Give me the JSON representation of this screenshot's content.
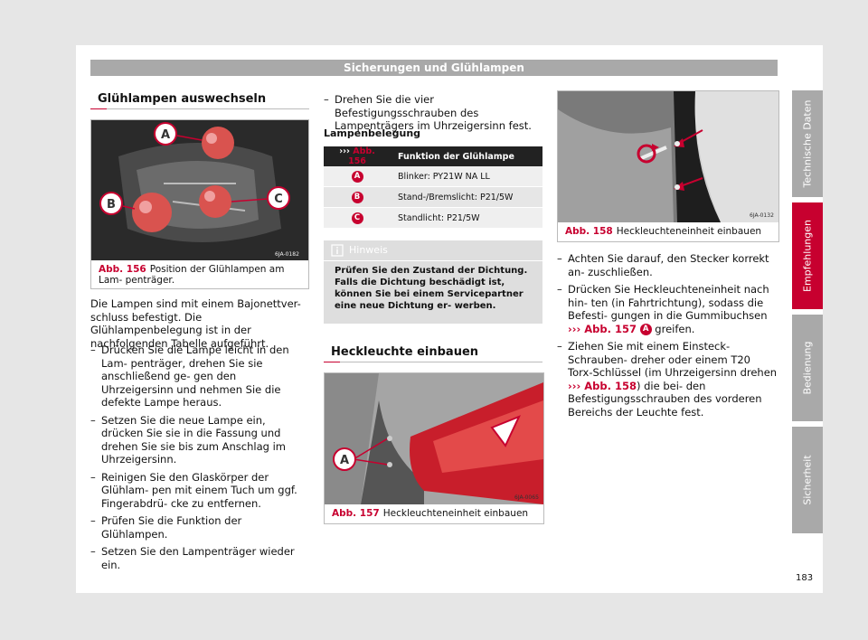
{
  "header": {
    "title": "Sicherungen und Glühlampen"
  },
  "left": {
    "section_title": "Glühlampen auswechseln",
    "figure": {
      "code": "6JA-0182",
      "num": "Abb. 156",
      "caption": "Position der Glühlampen am Lam- penträger.",
      "labels": [
        "A",
        "B",
        "C"
      ]
    },
    "intro": "Die Lampen sind mit einem Bajonettver- schluss befestigt. Die Glühlampenbelegung ist in der nachfolgenden Tabelle aufgeführt.",
    "steps": [
      "Drücken Sie die Lampe leicht in den Lam- penträger, drehen Sie sie anschließend ge- gen den Uhrzeigersinn und nehmen Sie die defekte Lampe heraus.",
      "Setzen Sie die neue Lampe ein, drücken Sie sie in die Fassung und drehen Sie sie bis zum Anschlag im Uhrzeigersinn.",
      "Reinigen Sie den Glaskörper der Glühlam- pen mit einem Tuch um ggf. Fingerabdrü- cke zu entfernen.",
      "Prüfen Sie die Funktion der Glühlampen.",
      "Setzen Sie den Lampenträger wieder ein."
    ]
  },
  "middle": {
    "step_top": "Drehen Sie die vier Befestigungsschrauben des Lampenträgers im Uhrzeigersinn fest.",
    "table_title": "Lampenbelegung",
    "table": {
      "header_ref_arrow": "›››",
      "header_ref": "Abb. 156",
      "header_func": "Funktion der Glühlampe",
      "rows": [
        {
          "badge": "A",
          "text": "Blinker: PY21W NA LL"
        },
        {
          "badge": "B",
          "text": "Stand-/Bremslicht: P21/5W"
        },
        {
          "badge": "C",
          "text": "Standlicht: P21/5W"
        }
      ]
    },
    "note": {
      "title": "Hinweis",
      "text": "Prüfen Sie den Zustand der Dichtung. Falls die Dichtung beschädigt ist, können Sie bei einem Servicepartner eine neue Dichtung er- werben."
    },
    "section_title": "Heckleuchte einbauen",
    "figure": {
      "code": "6JA-0065",
      "num": "Abb. 157",
      "caption": "Heckleuchteneinheit einbauen",
      "label": "A"
    }
  },
  "right": {
    "figure": {
      "code": "6JA-0132",
      "num": "Abb. 158",
      "caption": "Heckleuchteneinheit einbauen"
    },
    "step1": "Achten Sie darauf, den Stecker korrekt an- zuschließen.",
    "step2_pre": "Drücken Sie Heckleuchteneinheit nach hin- ten (in Fahrtrichtung), sodass die Befesti- gungen in die Gummibuchsen",
    "step2_arrow": "›››",
    "step2_ref": "Abb. 157",
    "step2_badge": "A",
    "step2_post": "greifen.",
    "step3_pre": "Ziehen Sie mit einem Einsteck-Schrauben- dreher oder einem T20 Torx-Schlüssel (im Uhrzeigersinn drehen",
    "step3_arrow": "›››",
    "step3_ref": "Abb. 158",
    "step3_post": ") die bei- den Befestigungsschrauben des vorderen Bereichs der Leuchte fest."
  },
  "tabs": [
    "Technische Daten",
    "Empfehlungen",
    "Bedienung",
    "Sicherheit"
  ],
  "active_tab": "Empfehlungen",
  "page_number": "183",
  "colors": {
    "accent": "#c7002f",
    "tab_gray": "#a9a9a9",
    "header_gray": "#a9a9a9"
  }
}
